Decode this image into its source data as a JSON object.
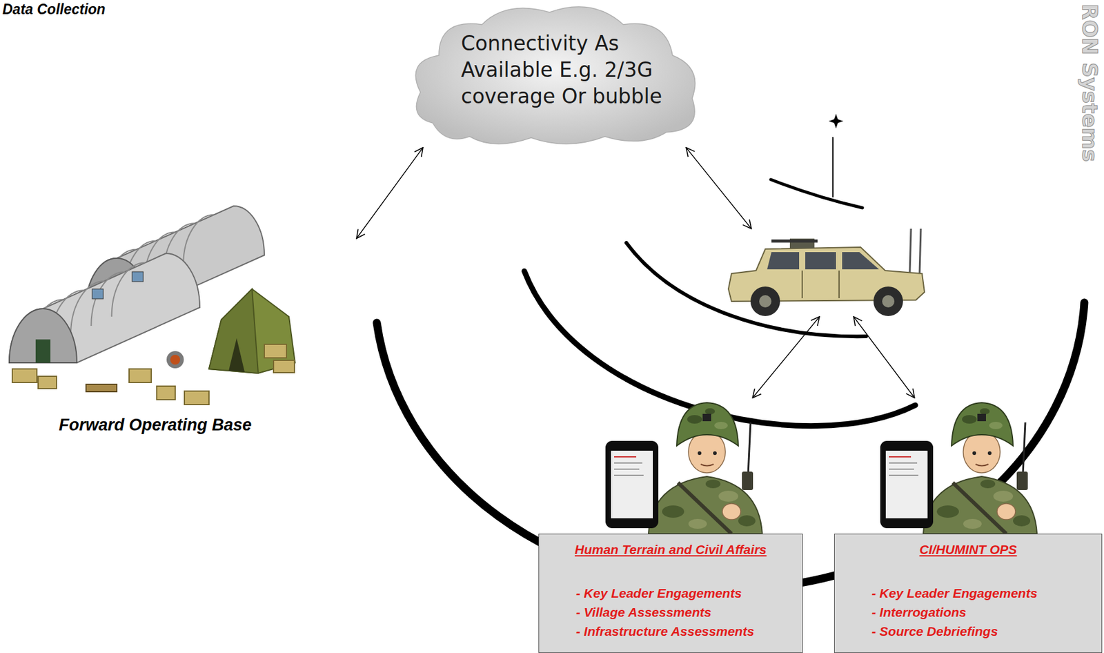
{
  "diagram": {
    "nodes": [
      {
        "text": [
          "Connectivity As Available E.g. 2/3G coverage Or bubble"
        ]
      },
      {
        "text": [
          "Forward Operating Base"
        ]
      },
      {
        "text": []
      },
      {
        "text": [
          "Human Terrain and Civil Affairs",
          "- Key Leader Engagements",
          "- Village Assessments",
          "- Infrastructure Assessments"
        ]
      },
      {
        "text": [
          "CI/HUMINT OPS",
          "- Key Leader Engagements",
          "- Interrogations",
          "- Source Debriefings"
        ]
      }
    ],
    "edges": [
      {
        "from": 0,
        "to": 1,
        "arrow": "both"
      },
      {
        "from": 0,
        "to": 2,
        "arrow": "both"
      },
      {
        "from": 2,
        "to": 3,
        "arrow": "both"
      },
      {
        "from": 2,
        "to": 4,
        "arrow": "both"
      }
    ],
    "labels": [
      "Data Collection",
      "RON Systems"
    ]
  }
}
